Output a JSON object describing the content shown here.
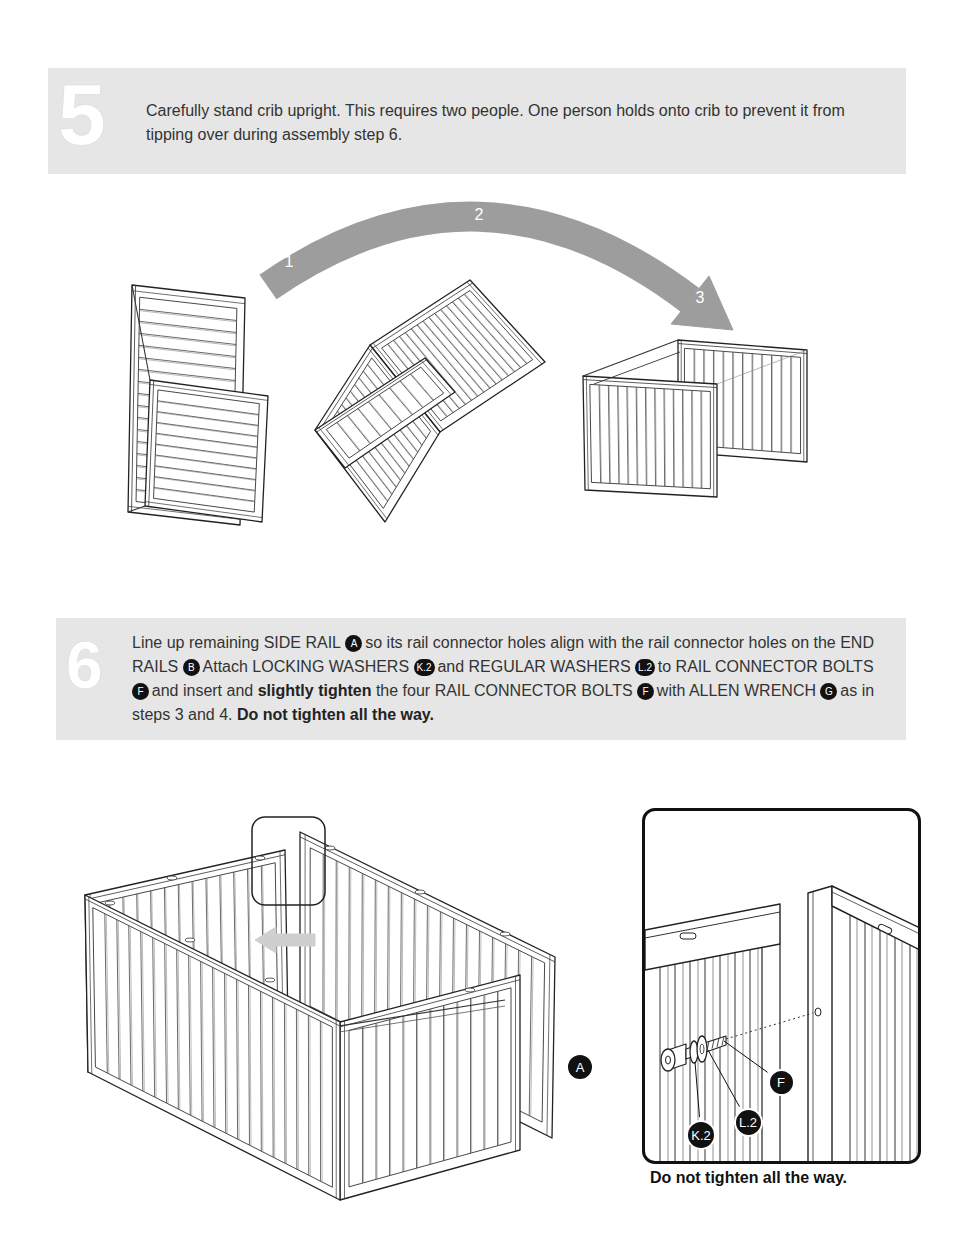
{
  "diagram": {
    "nodes": [
      {
        "text": [
          "5",
          "Carefully stand crib upright. This requires two people. One person holds onto crib to prevent it from tipping over during assembly step 6."
        ]
      },
      {
        "text": [
          "6",
          "Line up remaining SIDE RAIL",
          "A",
          "so its rail connector holes align with the rail connector holes on the END RAILS",
          "B",
          "Attach LOCKING WASHERS",
          "K.2",
          "and REGULAR WASHERS",
          "L.2",
          "to RAIL CONNECTOR BOLTS",
          "F",
          "and insert and",
          "slightly tighten",
          "the four RAIL CONNECTOR BOLTS",
          "F",
          "with ALLEN WRENCH",
          "G",
          "as in steps 3 and 4.",
          "Do not tighten all the way."
        ]
      },
      {
        "text": [
          "A"
        ]
      },
      {
        "text": [
          "Do not tighten all the way."
        ]
      },
      {
        "text": [
          "F"
        ],
        "in": 3
      },
      {
        "text": [
          "L.2"
        ],
        "in": 3
      },
      {
        "text": [
          "K.2"
        ],
        "in": 3
      }
    ],
    "labels": [
      "1",
      "2",
      "3"
    ]
  }
}
